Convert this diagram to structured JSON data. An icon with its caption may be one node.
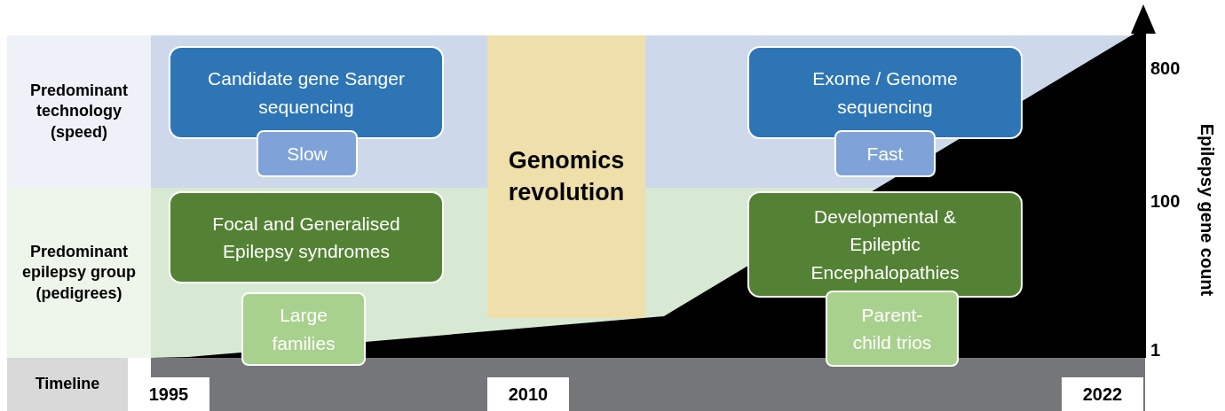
{
  "diagram": {
    "nodes": [
      {
        "text": [
          "Predominant technology (speed)"
        ]
      },
      {
        "text": [
          "Candidate gene Sanger sequencing"
        ]
      },
      {
        "text": [
          "Slow"
        ]
      },
      {
        "text": [
          "Exome / Genome sequencing"
        ]
      },
      {
        "text": [
          "Fast"
        ]
      },
      {
        "text": [
          "Genomics revolution"
        ]
      },
      {
        "text": [
          "Predominant epilepsy group (pedigrees)"
        ]
      },
      {
        "text": [
          "Focal and Generalised Epilepsy syndromes"
        ]
      },
      {
        "text": [
          "Large families"
        ]
      },
      {
        "text": [
          "Developmental & Epileptic Encephalopathies"
        ]
      },
      {
        "text": [
          "Parent-child trios"
        ]
      },
      {
        "text": [
          "Timeline"
        ]
      }
    ],
    "edges": [],
    "labels": [
      "800",
      "100",
      "1",
      "Epilepsy gene count",
      "1995",
      "2010",
      "2022"
    ]
  }
}
